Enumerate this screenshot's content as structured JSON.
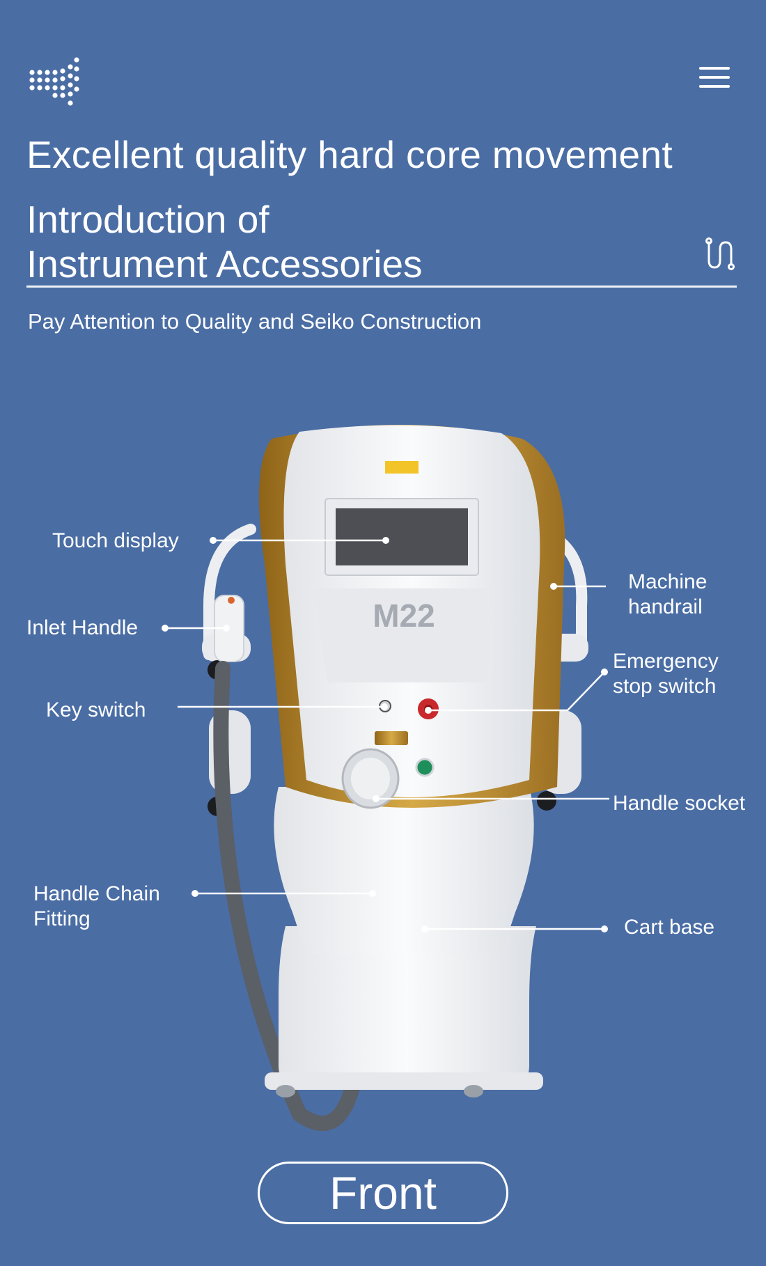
{
  "header": {
    "logo_icon": "dot-grid-logo",
    "menu_icon": "hamburger-menu-icon"
  },
  "hero": {
    "title": "Excellent quality hard core movement",
    "heading_line1": "Introduction of",
    "heading_line2": "Instrument Accessories",
    "swirl_icon": "swirl-decoration-icon",
    "subtitle": "Pay Attention to Quality and Seiko Construction"
  },
  "device": {
    "model_label": "M22",
    "callouts": {
      "touch_display": "Touch display",
      "inlet_handle": "Inlet Handle",
      "key_switch": "Key switch",
      "handle_chain_line1": "Handle Chain",
      "handle_chain_line2": "Fitting",
      "machine_handrail_line1": "Machine",
      "machine_handrail_line2": "handrail",
      "emergency_line1": "Emergency",
      "emergency_line2": "stop switch",
      "handle_socket": "Handle socket",
      "cart_base": "Cart base"
    }
  },
  "footer": {
    "view_button": "Front"
  },
  "colors": {
    "background": "#4a6da4",
    "text": "#ffffff",
    "gold_trim": "#b98a2e",
    "device_white": "#f2f3f5"
  }
}
